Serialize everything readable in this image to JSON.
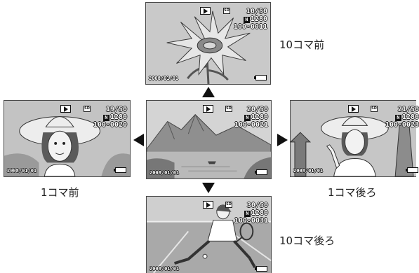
{
  "frames": {
    "top": {
      "counter": "10/50",
      "size": "1280",
      "file": "100-0011",
      "date": "2008/01/01"
    },
    "left": {
      "counter": "19/50",
      "size": "1280",
      "file": "100-0020",
      "date": "2008/01/01"
    },
    "center": {
      "counter": "20/50",
      "size": "1280",
      "file": "100-0021",
      "date": "2008/01/01"
    },
    "right": {
      "counter": "21/50",
      "size": "1280",
      "file": "100-0023",
      "date": "2008/01/01"
    },
    "bottom": {
      "counter": "30/50",
      "size": "1280",
      "file": "100-0031",
      "date": "2008/01/01"
    }
  },
  "labels": {
    "up": "10コマ前",
    "left": "1コマ前",
    "right": "1コマ後ろ",
    "down": "10コマ後ろ"
  },
  "osd": {
    "n_mark": "N",
    "sd_mark": "SD"
  },
  "icons": [
    "play-mode-icon",
    "sd-card-icon",
    "n-quality-icon",
    "battery-icon",
    "arrow-up-icon",
    "arrow-down-icon",
    "arrow-left-icon",
    "arrow-right-icon"
  ]
}
